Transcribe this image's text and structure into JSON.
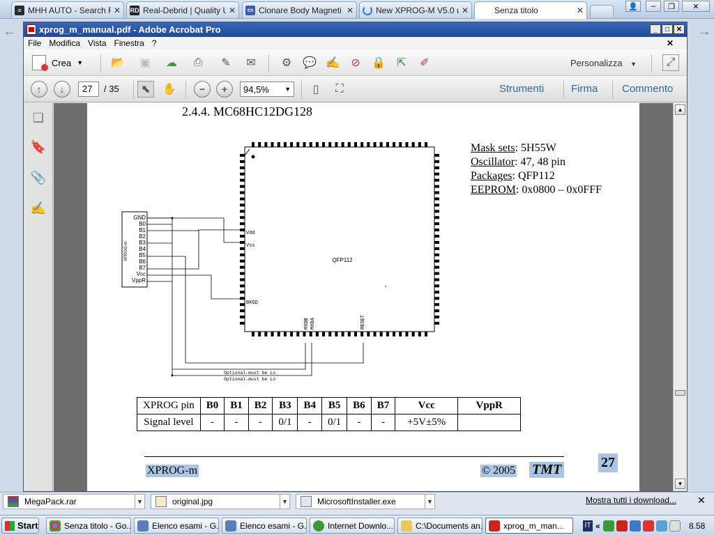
{
  "browser": {
    "tabs": [
      {
        "label": "MHH AUTO - Search Re",
        "icon": "mhh-icon",
        "color": "#2a2a2a"
      },
      {
        "label": "Real-Debrid | Quality U",
        "icon": "rd-icon",
        "color": "#222222"
      },
      {
        "label": "Clonare Body Magneti M",
        "icon": "car-icon",
        "color": "#3c5ea8"
      },
      {
        "label": "New XPROG-M V5.0 use",
        "icon": "spinner-icon",
        "color": "#3d74c9"
      },
      {
        "label": "Senza titolo",
        "icon": "blank-icon",
        "color": "#ffffff"
      }
    ],
    "active_tab": 4
  },
  "acrobat": {
    "title": "xprog_m_manual.pdf - Adobe Acrobat Pro",
    "menu": [
      "File",
      "Modifica",
      "Vista",
      "Finestra",
      "?"
    ],
    "crea_label": "Crea",
    "personalizza_label": "Personalizza",
    "current_page": "27",
    "total_pages": "/ 35",
    "zoom": "94,5%",
    "tool_links": [
      "Strumenti",
      "Firma",
      "Commento"
    ]
  },
  "document": {
    "section_title": "2.4.4. MC68HC12DG128",
    "specs": [
      {
        "label": "Mask sets",
        "value": ": 5H55W"
      },
      {
        "label": "Oscillator",
        "value": ": 47, 48 pin"
      },
      {
        "label": "Packages",
        "value": ": QFP112"
      },
      {
        "label": "EEPROM",
        "value": ": 0x0800 – 0x0FFF"
      }
    ],
    "chip": {
      "label": "QFP112",
      "pins": {
        "vdd": "Vdd",
        "vss": "Vss",
        "bkgd": "BKGD",
        "mxdb": "MXDB",
        "mxda": "MXDA",
        "reset": "RESET"
      }
    },
    "connector": {
      "name": "XPROG-m",
      "pins": [
        "GND",
        "B0",
        "B1",
        "B2",
        "B3",
        "B4",
        "B5",
        "B6",
        "B7",
        "Vcc",
        "VppR"
      ]
    },
    "notes": [
      "Optional-must be Lo",
      "Optional-must be Lo"
    ],
    "table": {
      "headers": [
        "XPROG pin",
        "B0",
        "B1",
        "B2",
        "B3",
        "B4",
        "B5",
        "B6",
        "B7",
        "Vcc",
        "VppR"
      ],
      "row": [
        "Signal level",
        "-",
        "-",
        "-",
        "0/1",
        "-",
        "0/1",
        "-",
        "-",
        "+5V±5%",
        ""
      ]
    },
    "footer": {
      "left": "XPROG-m",
      "copyright": "© 2005",
      "brand": "TMT",
      "page": "27"
    }
  },
  "downloads": {
    "items": [
      "MegaPack.rar",
      "original.jpg",
      "MicrosoftInstaller.exe"
    ],
    "show_all": "Mostra tutti i download..."
  },
  "taskbar": {
    "start": "Start",
    "tasks": [
      "Senza titolo - Go...",
      "Elenco esami - G...",
      "Elenco esami - G...",
      "Internet Downlo...",
      "C:\\Documents an...",
      "xprog_m_man..."
    ],
    "lang": "IT",
    "time": "8.58"
  }
}
